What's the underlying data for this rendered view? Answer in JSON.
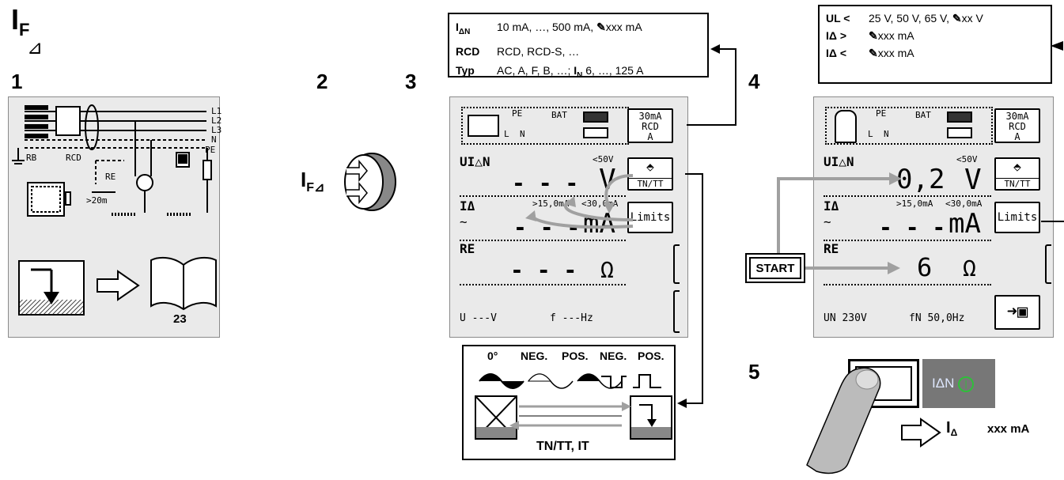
{
  "header": {
    "symbol_main": "I",
    "symbol_sub": "F",
    "ramp_symbol": "⊿"
  },
  "steps": {
    "s1": "1",
    "s2": "2",
    "s3": "3",
    "s4": "4",
    "s5": "5"
  },
  "panel1": {
    "lines": [
      "L1",
      "L2",
      "L3",
      "N",
      "PE"
    ],
    "rb_label": "RB",
    "rcd_label": "RCD",
    "re_label": "RE",
    "dist_label": ">20m",
    "page_number": "23"
  },
  "knob": {
    "label_main": "I",
    "label_sub": "F⊿"
  },
  "range_box_3": {
    "row1_key": "I",
    "row1_key_sub": "ΔN",
    "row1_value": "10 mA, …, 500 mA,",
    "row1_extra": "xxx mA",
    "row2_key": "RCD",
    "row2_value": "RCD, RCD-S, …",
    "row3_key": "Typ",
    "row3_value": "AC, A, F, B, …;",
    "row3_in": "I",
    "row3_in_sub": "N",
    "row3_in_value": "6, …, 125 A"
  },
  "range_box_4": {
    "row1_key": "UL <",
    "row1_value": "25 V, 50 V, 65 V,",
    "row1_extra": "xx V",
    "row2_key": "IΔ >",
    "row2_value": "xxx mA",
    "row3_key": "IΔ <",
    "row3_value": "xxx mA"
  },
  "display3": {
    "bat_label": "BAT",
    "pe_label": "PE",
    "l_label": "L",
    "n_label": "N",
    "softkey_top": [
      "30mA",
      "RCD",
      "A"
    ],
    "ui_label": "UI△N",
    "ui_limit": "<50V",
    "ui_value": "- - -",
    "ui_unit": "V",
    "ia_label": "IΔ",
    "ia_limit_low": ">15,0mA",
    "ia_limit_high": "<30,0mA",
    "ia_value": "- - -",
    "ia_unit": "mA",
    "re_label": "RE",
    "re_value": "- - -",
    "re_unit": "Ω",
    "bottom_u": "U  ---V",
    "bottom_f": "f  ---Hz",
    "softkey_tn": "TN/TT",
    "softkey_limits": "Limits"
  },
  "display4": {
    "bat_label": "BAT",
    "pe_label": "PE",
    "l_label": "L",
    "n_label": "N",
    "softkey_top": [
      "30mA",
      "RCD",
      "A"
    ],
    "ui_label": "UI△N",
    "ui_limit": "<50V",
    "ui_value": "0,2",
    "ui_unit": "V",
    "ia_label": "IΔ",
    "ia_limit_low": ">15,0mA",
    "ia_limit_high": "<30,0mA",
    "ia_value": "- - -",
    "ia_unit": "mA",
    "re_label": "RE",
    "re_value": "6",
    "re_unit": "Ω",
    "bottom_u": "UN   230V",
    "bottom_f": "fN 50,0Hz",
    "softkey_tn": "TN/TT",
    "softkey_limits": "Limits",
    "start_label": "START"
  },
  "waveform_box": {
    "labels": [
      "0°",
      "NEG.",
      "POS.",
      "NEG.",
      "POS."
    ],
    "footer": "TN/TT, IT"
  },
  "step5": {
    "indicator": "IΔN",
    "result_symbol": "I",
    "result_sub": "Δ",
    "result_value": "xxx mA"
  },
  "colors": {
    "panel_bg": "#eaeaea",
    "arrow_gray": "#a0a0a0",
    "led_green": "#2fbf3a",
    "indicator_bg": "#777777"
  }
}
